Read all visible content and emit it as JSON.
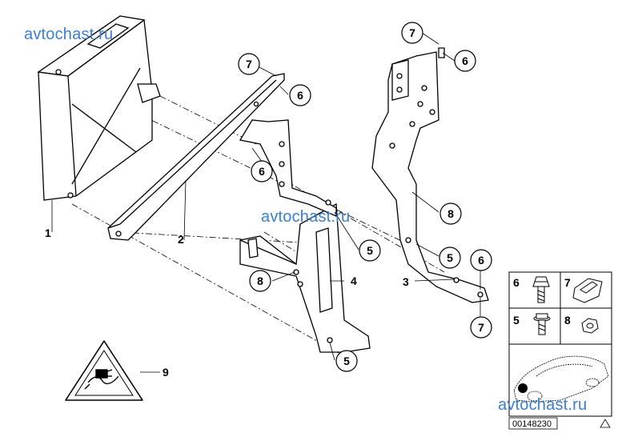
{
  "watermark": "avtochast.ru",
  "callouts": [
    "7",
    "6",
    "6",
    "7",
    "6",
    "8",
    "5",
    "5",
    "5",
    "6",
    "7",
    "8"
  ],
  "labels": [
    "1",
    "2",
    "3",
    "4",
    "9"
  ],
  "legend": [
    "6",
    "7",
    "5",
    "8"
  ],
  "part_number": "00148230",
  "colors": {
    "line": "#000000",
    "watermark": "#3a7fd0",
    "fill": "#ffffff"
  }
}
